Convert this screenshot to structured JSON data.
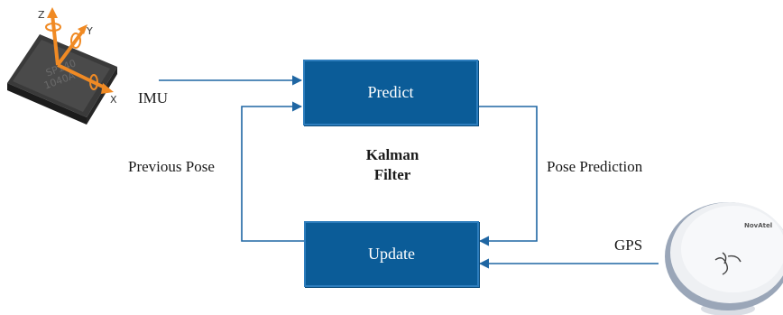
{
  "nodes": {
    "predict": "Predict",
    "update": "Update"
  },
  "center": {
    "line1": "Kalman",
    "line2": "Filter"
  },
  "labels": {
    "imu": "IMU",
    "previous_pose": "Previous Pose",
    "pose_prediction": "Pose Prediction",
    "gps": "GPS"
  },
  "imu_chip": {
    "axis_z": "Z",
    "axis_y": "Y",
    "axis_x": "X",
    "marking_1": "SP140",
    "marking_2": "1040A"
  },
  "gps_antenna": {
    "brand": "NovAtel"
  },
  "colors": {
    "box_fill": "#0b5c98",
    "arrow": "#1f66a3",
    "axis": "#f08a24"
  }
}
